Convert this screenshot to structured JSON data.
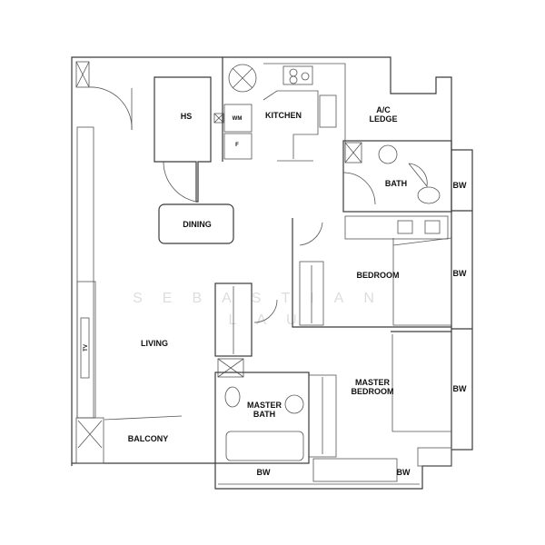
{
  "rooms": {
    "hs": "HS",
    "wm": "WM",
    "fridge": "F",
    "kitchen": "KITCHEN",
    "ac_ledge_1": "A/C",
    "ac_ledge_2": "LEDGE",
    "bath": "BATH",
    "bw_bath": "BW",
    "dining": "DINING",
    "bedroom": "BEDROOM",
    "bw_bedroom": "BW",
    "tv": "TV",
    "living": "LIVING",
    "master_bedroom_1": "MASTER",
    "master_bedroom_2": "BEDROOM",
    "bw_master": "BW",
    "master_bath_1": "MASTER",
    "master_bath_2": "BATH",
    "balcony": "BALCONY",
    "bw_bottom_left": "BW",
    "bw_bottom_right": "BW"
  },
  "watermark": {
    "line1": "SEBASTIAN",
    "line2": "LAU"
  }
}
